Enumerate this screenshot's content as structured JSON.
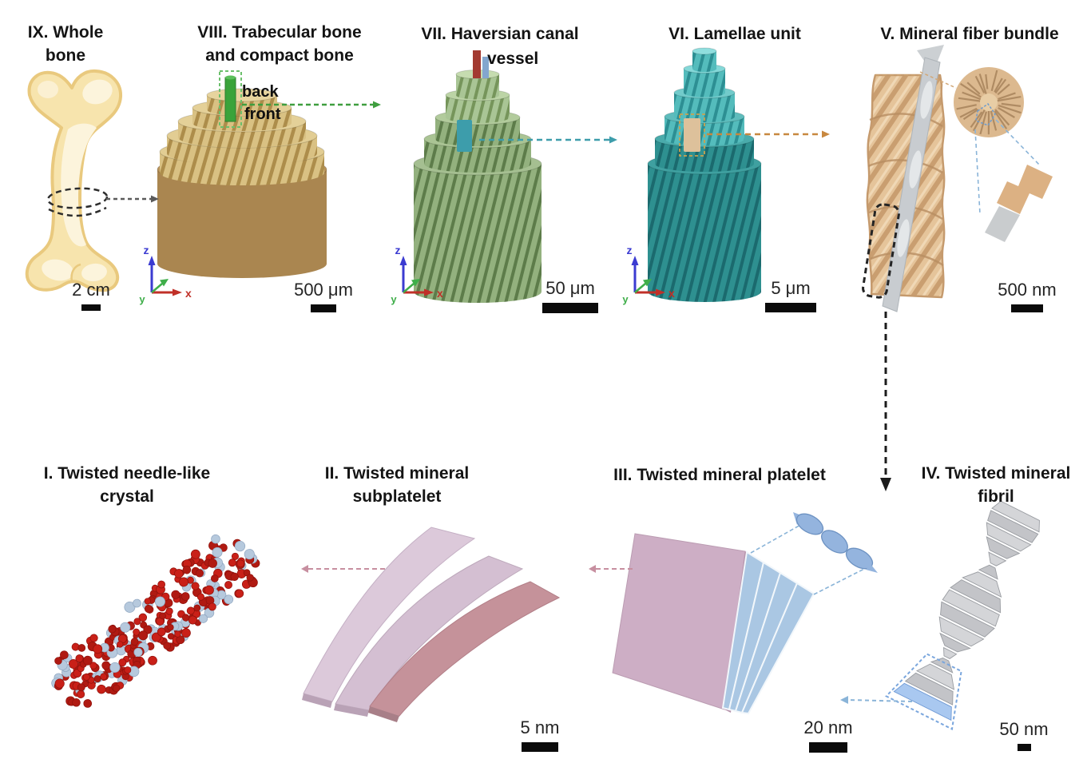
{
  "figure": {
    "top_row": {
      "whole_bone": {
        "title_lines": [
          "IX. Whole",
          "bone"
        ],
        "scale_label": "2 cm"
      },
      "trabecular_compact": {
        "title_lines": [
          "VIII. Trabecular bone",
          "and compact bone"
        ],
        "back_label": "back",
        "front_label": "front",
        "scale_label": "500 μm"
      },
      "haversian": {
        "title": "VII. Haversian canal",
        "vessel_label": "vessel",
        "scale_label": "50 μm"
      },
      "lamellae": {
        "title": "VI. Lamellae unit",
        "scale_label": "5 μm"
      },
      "fiber_bundle": {
        "title": "V. Mineral fiber bundle",
        "scale_label": "500 nm"
      }
    },
    "bottom_row": {
      "needle_crystal": {
        "title_lines": [
          "I. Twisted needle-like",
          "crystal"
        ]
      },
      "subplatelet": {
        "title_lines": [
          "II. Twisted mineral",
          "subplatelet"
        ],
        "scale_label": "5 nm"
      },
      "platelet": {
        "title": "III. Twisted mineral platelet",
        "scale_label": "20 nm"
      },
      "fibril": {
        "title_lines": [
          "IV. Twisted mineral",
          "fibril"
        ],
        "scale_label": "50 nm"
      }
    },
    "axis_labels": {
      "x": "x",
      "y": "y",
      "z": "z"
    },
    "colors": {
      "bone_fill": "#f7e4ad",
      "bone_outline": "#e9c97e",
      "bone_highlight": "#fcf4dc",
      "compact_bone": "#aa8650",
      "trabecular_rod": "#d9c183",
      "rod_shadow": "#ad8d4b",
      "highlight_green": "#3aa33a",
      "osteon_green": "#93b17e",
      "osteon_green_dark": "#5d7c4a",
      "vessel_red": "#a33a31",
      "vessel_blue": "#83a6ce",
      "canal_teal": "#3d9dab",
      "lamella_teal": "#2e9090",
      "lamella_teal_dark": "#1b6a6e",
      "bundle_tan": "#e5c49a",
      "bundle_tan_dark": "#c99e70",
      "fibril_gray": "#c9cbce",
      "atom_red": "#c92018",
      "atom_pale": "#b6c9dd",
      "subplatelet_lavender": "#dcc9da",
      "subplatelet_rose": "#c5929a",
      "platelet_pink": "#cdaec5",
      "platelet_blue": "#aac7e3",
      "helix_blue": "#94b4de",
      "fibril_highlight_blue": "#a9c8f0",
      "arrow_gray": "#5a5a5a",
      "arrow_green": "#3f9e3f",
      "arrow_teal": "#3d9dab",
      "arrow_orange": "#c8883f",
      "arrow_black": "#1c1c1c",
      "arrow_pink": "#c78fa0",
      "arrow_blue": "#8ab4d8",
      "axis_x_red": "#c03028",
      "axis_y_green": "#3fae4a",
      "axis_z_blue": "#3b3bd1"
    }
  }
}
